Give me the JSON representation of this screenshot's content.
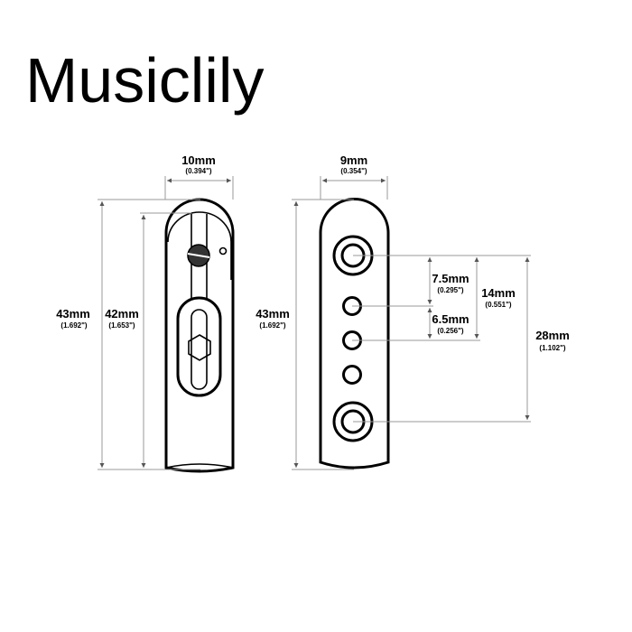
{
  "title": "Musiclily",
  "side_view": {
    "width": {
      "mm": "10mm",
      "inch": "(0.394\")"
    },
    "total_height": {
      "mm": "43mm",
      "inch": "(1.692\")"
    },
    "inner_height": {
      "mm": "42mm",
      "inch": "(1.653\")"
    }
  },
  "front_view": {
    "width": {
      "mm": "9mm",
      "inch": "(0.354\")"
    },
    "total_height": {
      "mm": "43mm",
      "inch": "(1.692\")"
    },
    "spacing_a": {
      "mm": "7.5mm",
      "inch": "(0.295\")"
    },
    "spacing_b": {
      "mm": "6.5mm",
      "inch": "(0.256\")"
    },
    "spacing_c": {
      "mm": "14mm",
      "inch": "(0.551\")"
    },
    "mount_spacing": {
      "mm": "28mm",
      "inch": "(1.102\")"
    }
  }
}
